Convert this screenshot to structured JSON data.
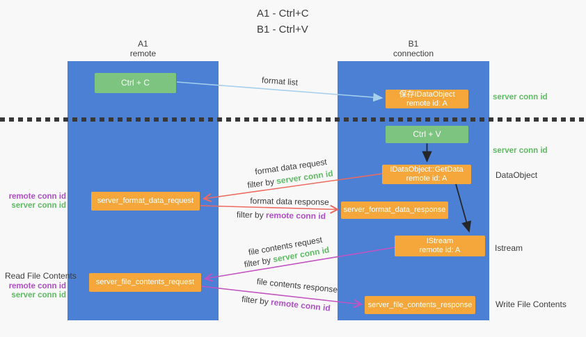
{
  "title": {
    "line1": "A1 - Ctrl+C",
    "line2": "B1 - Ctrl+V"
  },
  "lanes": {
    "a1": {
      "name": "A1",
      "subtitle": "remote"
    },
    "b1": {
      "name": "B1",
      "subtitle": "connection"
    }
  },
  "nodes": {
    "ctrl_c": {
      "label": "Ctrl + C"
    },
    "save_idataobject": {
      "line1": "保存IDataObject",
      "line2": "remote id: A"
    },
    "ctrl_v": {
      "label": "Ctrl + V"
    },
    "idataobject_getdata": {
      "line1": "IDataObject::GetData",
      "line2": "remote id: A"
    },
    "server_format_data_request": {
      "label": "server_format_data_request"
    },
    "server_format_data_response": {
      "label": "server_format_data_response"
    },
    "istream": {
      "line1": "IStream",
      "line2": "remote id: A"
    },
    "server_file_contents_request": {
      "label": "server_file_contents_request"
    },
    "server_file_contents_response": {
      "label": "server_file_contents_response"
    }
  },
  "edge_labels": {
    "format_list": "format list",
    "format_data_request": "format data request",
    "format_data_request_filter_prefix": "filter by ",
    "format_data_request_filter_key": "server conn id",
    "format_data_response": "format data response",
    "format_data_response_filter_prefix": "filter by ",
    "format_data_response_filter_key": "remote conn id",
    "file_contents_request": "file contents request",
    "file_contents_request_filter_prefix": "filter by ",
    "file_contents_request_filter_key": "server conn id",
    "file_contents_response": "file contents response",
    "file_contents_response_filter_prefix": "filter by ",
    "file_contents_response_filter_key": "remote conn id"
  },
  "side_labels": {
    "a1_format_remote_conn_id": "remote conn id",
    "a1_format_server_conn_id": "server conn id",
    "read_file_contents": "Read File Contents",
    "a1_file_remote_conn_id": "remote conn id",
    "a1_file_server_conn_id": "server conn id",
    "b1_server_conn_id_top": "server conn id",
    "b1_server_conn_id_mid": "server conn id",
    "dataobject": "DataObject",
    "istream": "Istream",
    "write_file_contents": "Write File Contents"
  },
  "colors": {
    "background": "#f8f8f8",
    "lane_fill": "#4b80d5",
    "node_orange": "#f6a73c",
    "node_green": "#7cc47f",
    "node_text": "#ffffff",
    "label_gray": "#3b3b3b",
    "label_green": "#5dbd62",
    "label_purple": "#b14fc9",
    "arrow_red": "#ee6a60",
    "arrow_magenta": "#c253c1",
    "arrow_lightblue": "#a5cfec",
    "arrow_black": "#262626",
    "divider": "#383838"
  }
}
